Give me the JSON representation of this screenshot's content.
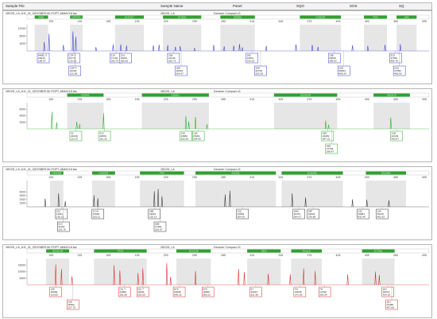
{
  "header": {
    "columns": [
      "Sample File",
      "Sample Name",
      "Panel",
      "SQO",
      "SOS",
      "SQ"
    ]
  },
  "theme": {
    "panel_colors": [
      "#3a3ad0",
      "#22aa22",
      "#333333",
      "#dd2222"
    ],
    "marker_bar": "#2fa02f",
    "bin_fill": "#e6e6e6"
  },
  "chart_data": [
    {
      "type": "line",
      "title": "28G2D_LA_A11_01_DEVSBER-50-POPT-18MAY18.fsa",
      "sample": "28G2D_LA",
      "kit": "Devseer Compact v3",
      "xlim": [
        80,
        500
      ],
      "ylim": [
        0,
        14000
      ],
      "x_ticks": [
        105,
        135,
        165,
        195,
        225,
        255,
        285,
        315,
        345,
        375,
        405,
        435,
        465,
        495
      ],
      "y_ticks": [
        4000,
        8000,
        12000
      ],
      "markers": [
        [
          88,
          102,
          "AMEL"
        ],
        [
          125,
          138,
          "CSF1PO"
        ],
        [
          172,
          202,
          "D13S317"
        ],
        [
          222,
          262,
          "D7S820"
        ],
        [
          282,
          318,
          "D5S818"
        ],
        [
          365,
          408,
          "D16S539"
        ],
        [
          432,
          456,
          "TH01"
        ],
        [
          466,
          487,
          "vWA"
        ]
      ],
      "peaks": [
        [
          98,
          4800
        ],
        [
          103,
          9100
        ],
        [
          118,
          3200
        ],
        [
          128,
          10400
        ],
        [
          131,
          7600
        ],
        [
          152,
          2000
        ],
        [
          170,
          3400
        ],
        [
          178,
          3500
        ],
        [
          184,
          2800
        ],
        [
          212,
          3000
        ],
        [
          218,
          3300
        ],
        [
          227,
          3100
        ],
        [
          235,
          2200
        ],
        [
          240,
          2600
        ],
        [
          255,
          1600
        ],
        [
          275,
          3200
        ],
        [
          286,
          2400
        ],
        [
          296,
          2800
        ],
        [
          302,
          3700
        ],
        [
          305,
          1900
        ],
        [
          330,
          2700
        ],
        [
          361,
          3500
        ],
        [
          378,
          3200
        ],
        [
          384,
          2200
        ],
        [
          420,
          3000
        ],
        [
          436,
          2700
        ],
        [
          454,
          3300
        ],
        [
          470,
          3600
        ]
      ],
      "labels": [
        {
          "pos": 97,
          "row": 1,
          "allele": "AMEL X",
          "height": "24043",
          "size": "100.97"
        },
        {
          "pos": 129,
          "row": 1,
          "allele": "CSF 3",
          "height": "40773",
          "size": "133.15"
        },
        {
          "pos": 130,
          "row": 2,
          "allele": "CSF 4",
          "height": "24104",
          "size": "131.00"
        },
        {
          "pos": 173,
          "row": 1,
          "allele": "21X",
          "height": "17146",
          "size": "182.70"
        },
        {
          "pos": 183,
          "row": 1,
          "allele": "21X",
          "height": "16921",
          "size": "185.63"
        },
        {
          "pos": 233,
          "row": 1,
          "allele": "21B",
          "height": "21249",
          "size": "252.73"
        },
        {
          "pos": 241,
          "row": 2,
          "allele": "16D",
          "height": "18018",
          "size": "254.97"
        },
        {
          "pos": 315,
          "row": 1,
          "allele": "18C",
          "height": "24641",
          "size": "323.03"
        },
        {
          "pos": 324,
          "row": 2,
          "allele": "10D",
          "height": "22746",
          "size": "332.29"
        },
        {
          "pos": 401,
          "row": 1,
          "allele": "13B",
          "height": "20840",
          "size": "395.02"
        },
        {
          "pos": 411,
          "row": 2,
          "allele": "10D",
          "height": "18103",
          "size": "405.34"
        },
        {
          "pos": 465,
          "row": 1,
          "allele": "21D",
          "height": "17350",
          "size": "455.78"
        },
        {
          "pos": 469,
          "row": 2,
          "allele": "21D",
          "height": "17052",
          "size": "463.93"
        }
      ]
    },
    {
      "type": "line",
      "title": "28G2D_LA_A11_01_DEVSBER-50-POPT-18MAY18.fsa",
      "sample": "28G2D_LA",
      "kit": "Devseer Compact v3",
      "xlim": [
        80,
        500
      ],
      "ylim": [
        0,
        8000
      ],
      "x_ticks": [
        105,
        135,
        165,
        195,
        225,
        255,
        285,
        315,
        345,
        375,
        405,
        435,
        465,
        495
      ],
      "y_ticks": [
        2000,
        4000,
        6000
      ],
      "markers": [
        [
          122,
          160,
          "D2S441"
        ],
        [
          200,
          270,
          "D18S51"
        ],
        [
          338,
          404,
          "D22S1045"
        ],
        [
          442,
          480,
          "D8S1179"
        ]
      ],
      "peaks": [
        [
          106,
          5200
        ],
        [
          111,
          2000
        ],
        [
          132,
          2200
        ],
        [
          135,
          1500
        ],
        [
          160,
          4800
        ],
        [
          246,
          3900
        ],
        [
          249,
          2300
        ],
        [
          256,
          3700
        ],
        [
          268,
          1400
        ],
        [
          392,
          2500
        ],
        [
          395,
          1300
        ],
        [
          460,
          3500
        ]
      ],
      "labels": [
        {
          "pos": 131,
          "row": 1,
          "allele": "X1",
          "height": "24440",
          "size": "131.07"
        },
        {
          "pos": 161,
          "row": 1,
          "allele": "X12",
          "height": "24660",
          "size": "161.32"
        },
        {
          "pos": 246,
          "row": 1,
          "allele": "13A",
          "height": "23981",
          "size": "253.58"
        },
        {
          "pos": 259,
          "row": 1,
          "allele": "13A",
          "height": "23001",
          "size": "269.90"
        },
        {
          "pos": 394,
          "row": 1,
          "allele": "18D",
          "height": "24282",
          "size": "387.31"
        },
        {
          "pos": 398,
          "row": 2,
          "allele": "18D",
          "height": "17784",
          "size": "396.47"
        },
        {
          "pos": 466,
          "row": 1,
          "allele": "13D",
          "height": "22109",
          "size": "462.07"
        }
      ]
    },
    {
      "type": "line",
      "title": "28G2D_LA_A11_01_DEVSBER-50-POPT-18MAY18.fsa",
      "sample": "28G2D_LA",
      "kit": "Devseer Compact v3",
      "xlim": [
        80,
        500
      ],
      "ylim": [
        0,
        7000
      ],
      "x_ticks": [
        105,
        135,
        165,
        195,
        225,
        255,
        285,
        315,
        345,
        375,
        405,
        435,
        465,
        495
      ],
      "y_ticks": [
        1000,
        2000,
        3000,
        4000
      ],
      "markers": [
        [
          104,
          118,
          "D3S1358"
        ],
        [
          148,
          172,
          "D19S433"
        ],
        [
          198,
          244,
          "FGA"
        ],
        [
          256,
          340,
          "D21S11"
        ],
        [
          346,
          410,
          "D12S391"
        ],
        [
          434,
          476,
          "D1S1656"
        ]
      ],
      "peaks": [
        [
          99,
          2200
        ],
        [
          113,
          3600
        ],
        [
          120,
          1500
        ],
        [
          150,
          3100
        ],
        [
          154,
          2300
        ],
        [
          213,
          4200
        ],
        [
          217,
          4800
        ],
        [
          221,
          2800
        ],
        [
          287,
          3300
        ],
        [
          292,
          4300
        ],
        [
          357,
          3600
        ],
        [
          371,
          2500
        ],
        [
          420,
          2000
        ],
        [
          435,
          1900
        ],
        [
          458,
          1800
        ]
      ],
      "labels": [
        {
          "pos": 116,
          "row": 1,
          "allele": "21C",
          "height": "11011",
          "size": "120.23"
        },
        {
          "pos": 118,
          "row": 2,
          "allele": "21C",
          "height": "11161",
          "size": "121.76"
        },
        {
          "pos": 154,
          "row": 1,
          "allele": "21Y4",
          "height": "21562",
          "size": "153.21"
        },
        {
          "pos": 213,
          "row": 1,
          "allele": "18B",
          "height": "19007",
          "size": "215.13"
        },
        {
          "pos": 219,
          "row": 2,
          "allele": "18B",
          "height": "17381",
          "size": "219.57"
        },
        {
          "pos": 305,
          "row": 1,
          "allele": "21C",
          "height": "24802",
          "size": "304.16"
        },
        {
          "pos": 364,
          "row": 1,
          "allele": "18M",
          "height": "16157",
          "size": "364.27"
        },
        {
          "pos": 379,
          "row": 1,
          "allele": "18F",
          "height": "19534",
          "size": "379.89"
        },
        {
          "pos": 431,
          "row": 1,
          "allele": "13C",
          "height": "16681",
          "size": "431.40"
        },
        {
          "pos": 451,
          "row": 1,
          "allele": "13C",
          "height": "15115",
          "size": "451.93"
        }
      ]
    },
    {
      "type": "line",
      "title": "28G2D_LA_A11_01_DEVSBER-50-POPT-18MAY18.fsa",
      "sample": "28G2D_LA",
      "kit": "Devseer Compact v3",
      "xlim": [
        80,
        500
      ],
      "ylim": [
        0,
        20000
      ],
      "x_ticks": [
        105,
        135,
        165,
        195,
        225,
        255,
        285,
        315,
        345,
        375,
        405,
        435,
        465,
        495
      ],
      "y_ticks": [
        5000,
        10000,
        15000
      ],
      "markers": [
        [
          100,
          124,
          "D10S1248"
        ],
        [
          150,
          205,
          "TPOX"
        ],
        [
          236,
          272,
          "D2S1338"
        ],
        [
          310,
          345,
          "SE33"
        ],
        [
          356,
          388,
          "Penta E"
        ],
        [
          430,
          464,
          "DYS391"
        ]
      ],
      "peaks": [
        [
          110,
          15500
        ],
        [
          116,
          12000
        ],
        [
          127,
          6500
        ],
        [
          171,
          15000
        ],
        [
          177,
          11000
        ],
        [
          196,
          9000
        ],
        [
          201,
          12500
        ],
        [
          226,
          16500
        ],
        [
          230,
          6000
        ],
        [
          256,
          10500
        ],
        [
          301,
          12000
        ],
        [
          307,
          9800
        ],
        [
          332,
          8500
        ],
        [
          355,
          8000
        ],
        [
          369,
          12500
        ],
        [
          381,
          10500
        ],
        [
          415,
          8000
        ],
        [
          444,
          10000
        ],
        [
          448,
          7500
        ]
      ],
      "labels": [
        {
          "pos": 110,
          "row": 1,
          "allele": "13K",
          "height": "19099",
          "size": "110.05"
        },
        {
          "pos": 128,
          "row": 2,
          "allele": "13K",
          "height": "11562",
          "size": "127.70"
        },
        {
          "pos": 182,
          "row": 1,
          "allele": "Chr 7",
          "height": "22953",
          "size": "181.08"
        },
        {
          "pos": 201,
          "row": 1,
          "allele": "Chr 7",
          "height": "11891",
          "size": "201.50"
        },
        {
          "pos": 239,
          "row": 1,
          "allele": "6Y5",
          "height": "18208",
          "size": "240.23"
        },
        {
          "pos": 269,
          "row": 1,
          "allele": "6Y5",
          "height": "19386",
          "size": "269.23"
        },
        {
          "pos": 319,
          "row": 1,
          "allele": "6Y",
          "height": "16307",
          "size": "321.95"
        },
        {
          "pos": 365,
          "row": 1,
          "allele": "7H",
          "height": "15638",
          "size": "371.93"
        },
        {
          "pos": 391,
          "row": 1,
          "allele": "7H",
          "height": "14792",
          "size": "391.94"
        },
        {
          "pos": 457,
          "row": 1,
          "allele": "18J",
          "height": "18013",
          "size": "424.19"
        },
        {
          "pos": 461,
          "row": 2,
          "allele": "18J",
          "height": "19456",
          "size": "457.83"
        }
      ]
    }
  ]
}
